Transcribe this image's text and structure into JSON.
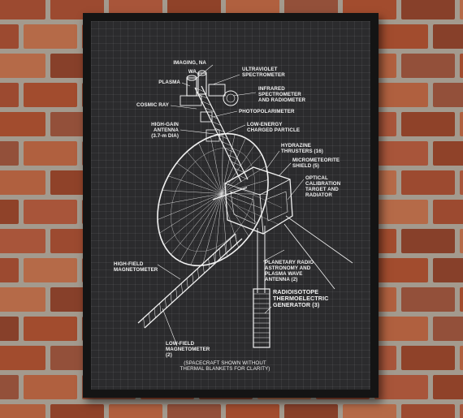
{
  "colors": {
    "wall_mortar": "#a39a8e",
    "brick": "#9c4a30",
    "frame": "#141414",
    "poster_background": "#2b2b2d",
    "blueprint_lines": "#f2f2f2"
  },
  "poster": {
    "labels": {
      "imaging": "IMAGING, NA",
      "wa": "WA",
      "plasma": "PLASMA",
      "cosmic_ray": "COSMIC RAY",
      "high_gain_antenna_1": "HIGH-GAIN",
      "high_gain_antenna_2": "ANTENNA",
      "high_gain_antenna_3": "(3.7-m DIA)",
      "ultraviolet_1": "ULTRAVIOLET",
      "ultraviolet_2": "SPECTROMETER",
      "infrared_1": "INFRARED",
      "infrared_2": "SPECTROMETER",
      "infrared_3": "AND RADIOMETER",
      "photopolarimeter": "PHOTOPOLARIMETER",
      "low_energy_1": "LOW-ENERGY",
      "low_energy_2": "CHARGED PARTICLE",
      "hydrazine_1": "HYDRAZINE",
      "hydrazine_2": "THRUSTERS (16)",
      "micrometeorite_1": "MICROMETEORITE",
      "micrometeorite_2": "SHIELD (5)",
      "optical_1": "OPTICAL",
      "optical_2": "CALIBRATION",
      "optical_3": "TARGET AND",
      "optical_4": "RADIATOR",
      "high_field_1": "HIGH-FIELD",
      "high_field_2": "MAGNETOMETER",
      "planetary_radio_1": "PLANETARY RADIO",
      "planetary_radio_2": "ASTRONOMY AND",
      "planetary_radio_3": "PLASMA WAVE",
      "planetary_radio_4": "ANTENNA (2)",
      "rtg_1": "RADIOISOTOPE",
      "rtg_2": "THERMOELECTRIC",
      "rtg_3": "GENERATOR (3)",
      "low_field_1": "LOW-FIELD",
      "low_field_2": "MAGNETOMETER",
      "low_field_3": "(2)",
      "note_1": "(SPACECRAFT SHOWN WITHOUT",
      "note_2": "THERMAL BLANKETS FOR CLARITY)"
    }
  }
}
